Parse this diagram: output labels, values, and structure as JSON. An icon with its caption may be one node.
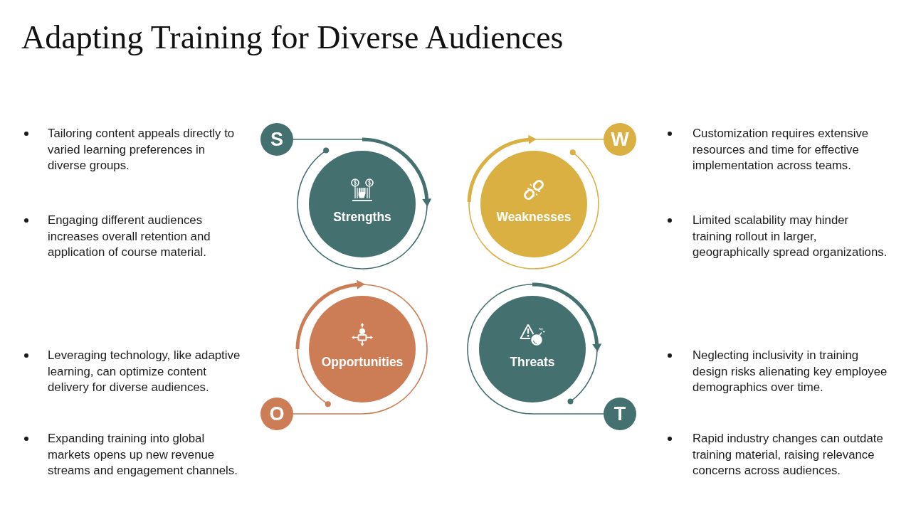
{
  "diagram": {
    "title": "Adapting Training for Diverse Audiences",
    "nodes": [
      {
        "text": [
          "S"
        ]
      },
      {
        "text": [
          "Strengths"
        ]
      },
      {
        "text": [
          "W"
        ]
      },
      {
        "text": [
          "Weaknesses"
        ]
      },
      {
        "text": [
          "O"
        ]
      },
      {
        "text": [
          "Opportunities"
        ]
      },
      {
        "text": [
          "T"
        ]
      },
      {
        "text": [
          "Threats"
        ]
      }
    ],
    "edges": [
      {
        "from": 0,
        "to": 1,
        "arrow": "to"
      },
      {
        "from": 3,
        "to": 2,
        "arrow": "to",
        "color": "#dbb042"
      },
      {
        "from": 5,
        "to": 4,
        "arrow": "to",
        "color": "#cd7d55"
      },
      {
        "from": 6,
        "to": 7,
        "arrow": "to"
      }
    ],
    "labels": [
      "Tailoring content appeals directly to varied learning preferences in diverse groups.",
      "Customization requires extensive resources and time for effective implementation across teams.",
      "Engaging different audiences increases overall retention and application of course material.",
      "Limited scalability may hinder training rollout in larger, geographically spread organizations.",
      "Leveraging technology, like adaptive learning, can optimize content delivery for diverse audiences.",
      "Neglecting inclusivity in training design risks alienating key employee demographics over time.",
      "Expanding training into global markets opens up new revenue streams and engagement channels.",
      "Rapid industry changes can outdate training material, raising relevance concerns across audiences."
    ]
  }
}
